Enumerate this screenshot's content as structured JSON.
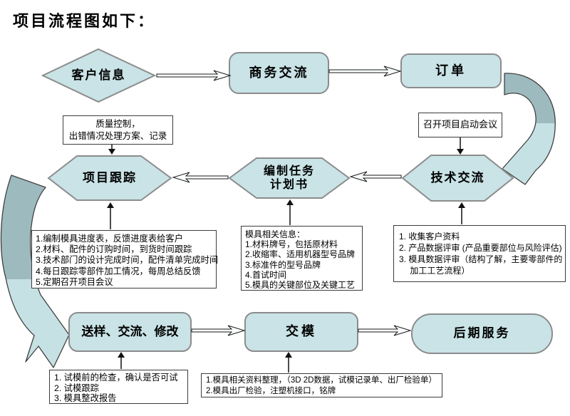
{
  "title": "项目流程图如下：",
  "colors": {
    "node_fill": "#c9e3e6",
    "node_border": "#8c8c8c",
    "curve_dark": "#9dbabf",
    "curve_light": "#c6e1e4",
    "connector_fill": "#fbffff",
    "note_border": "#3c3c3c",
    "text": "#000000"
  },
  "nodes": {
    "customer_info": "客户信息",
    "business_communication": "商务交流",
    "order": "订单",
    "technical_communication": "技术交流",
    "task_plan_line1": "编制任务",
    "task_plan_line2": "计划书",
    "project_tracking": "项目跟踪",
    "sample_communication": "送样、交流、修改",
    "mold_delivery": "交模",
    "after_service": "后期服务"
  },
  "annotations": {
    "kickoff_meeting": "召开项目启动会议",
    "quality_control": [
      "质量控制，",
      "出错情况处理方案、记录"
    ],
    "tracking_details": [
      "1.编制模具进度表，反馈进度表给客户",
      "2.材料、配件的订购时间，到货时间跟踪",
      "3.技术部门的设计完成时间，配件清单完成时间",
      "4.每日跟踪零部件加工情况，每周总结反馈",
      "5.定期召开项目会议"
    ],
    "mold_info": {
      "heading": "模具相关信息：",
      "items": [
        "1.材料牌号，包括原材料",
        "2.收缩率、适用机器型号品牌",
        "3.标准件的型号品牌",
        "4.首试时间",
        "5.模具的关键部位及关键工艺"
      ]
    },
    "tech_details": [
      "1. 收集客户资料",
      "2. 产品数据评审 (产品重要部位与风险评估)",
      "3. 模具数据评审（结构了解，主要零部件的",
      "　 加工工艺流程）"
    ],
    "trial_details": [
      "1. 试模前的检查，确认是否可试",
      "2. 试模跟踪",
      "3. 模具整改报告"
    ],
    "delivery_details": [
      "1.模具相关资料整理，（3D 2D数据，试模记录单、出厂检验单）",
      "2.模具出厂检验，注塑机接口，铭牌"
    ]
  }
}
